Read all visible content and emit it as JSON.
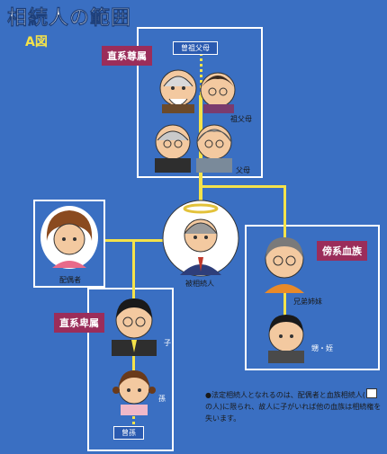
{
  "title": "相続人の範囲",
  "subtitle": "A図",
  "groups": {
    "ascendants": "直系尊属",
    "descendants": "直系卑属",
    "collaterals": "傍系血族"
  },
  "people": {
    "great_grandparents": "曽祖父母",
    "grandparents": "祖父母",
    "parents": "父母",
    "deceased": "被相続人",
    "spouse": "配偶者",
    "siblings": "兄弟姉妹",
    "nephew_niece": "甥・姪",
    "child": "子",
    "grandchild": "孫",
    "great_grandchild": "曾孫"
  },
  "note": {
    "part1": "●法定相続人となれるのは、配偶者と血族相続人(",
    "part2": "の人)に限られ、故人に子がいれば他の血族は相続権を失います。"
  }
}
